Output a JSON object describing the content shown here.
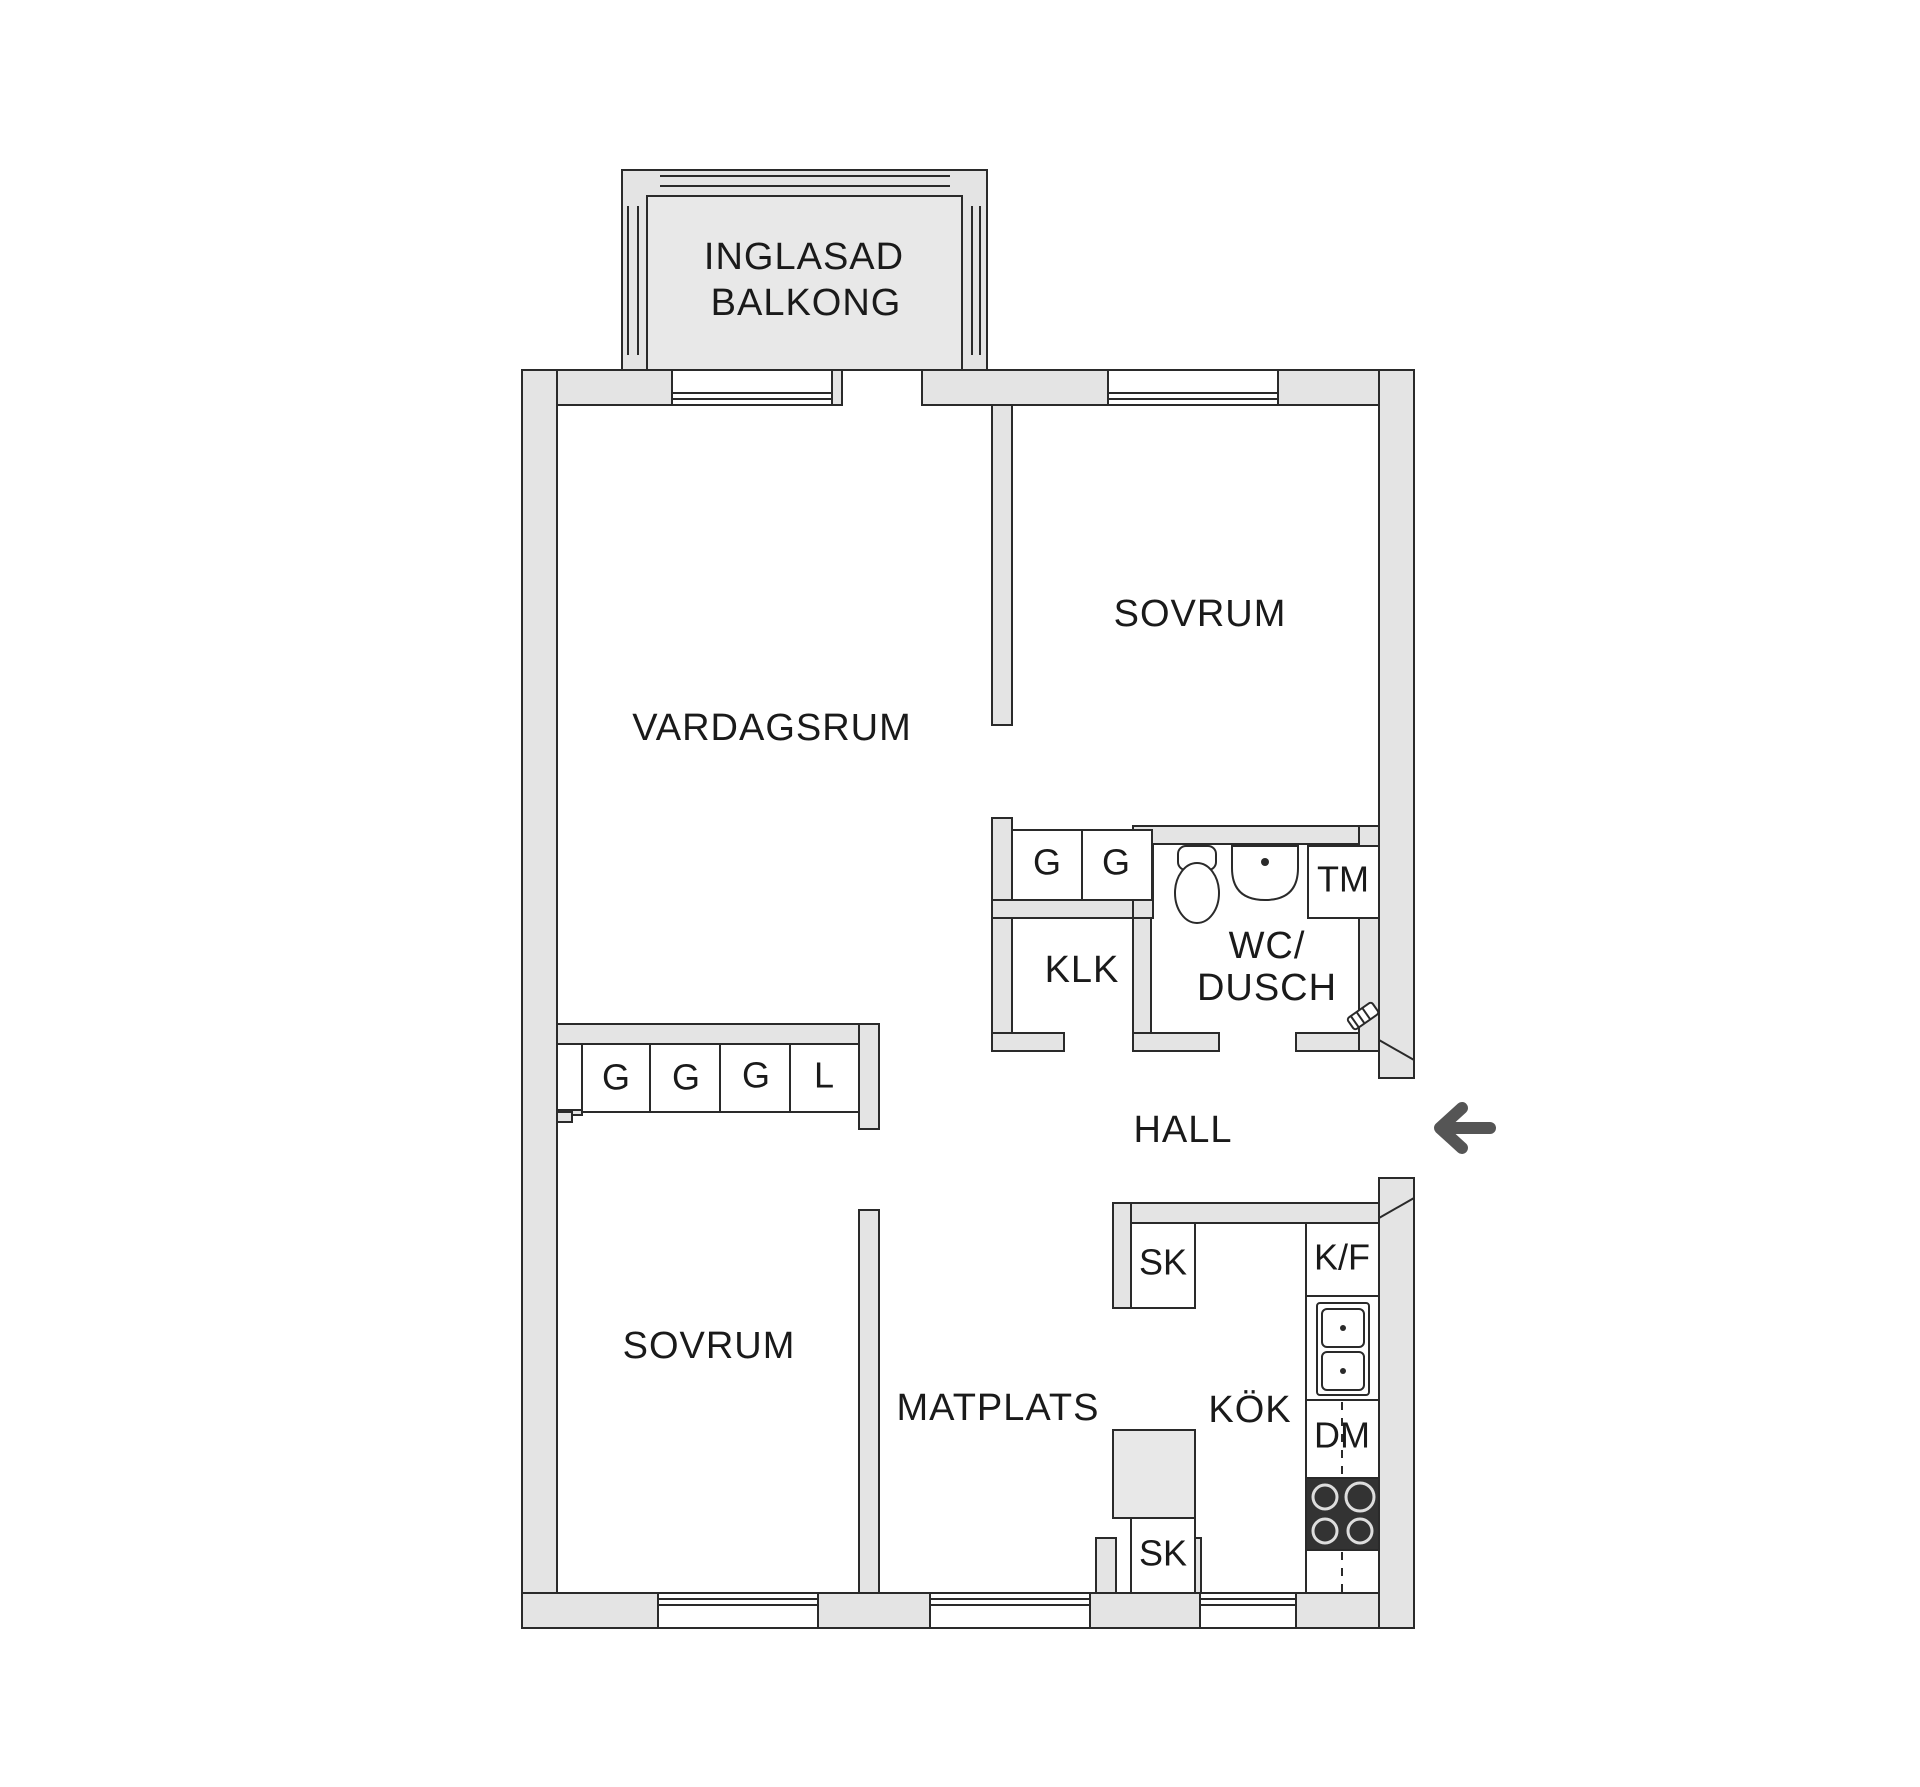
{
  "rooms": {
    "balcony_line1": "INGLASAD",
    "balcony_line2": "BALKONG",
    "living": "VARDAGSRUM",
    "bedroom_top": "SOVRUM",
    "bedroom_bottom": "SOVRUM",
    "closet": "KLK",
    "bath_line1": "WC/",
    "bath_line2": "DUSCH",
    "hall": "HALL",
    "dining": "MATPLATS",
    "kitchen": "KÖK"
  },
  "fixtures": {
    "wardrobe_hall_1": "G",
    "wardrobe_hall_2": "G",
    "wardrobe_bed_1": "G",
    "wardrobe_bed_2": "G",
    "wardrobe_bed_3": "G",
    "linen": "L",
    "washer": "TM",
    "pantry_top": "SK",
    "pantry_bottom": "SK",
    "fridge_freezer": "K/F",
    "dishwasher": "DM"
  },
  "icons": {
    "entrance": "entrance-arrow-icon",
    "toilet": "toilet-icon",
    "sink": "washbasin-icon",
    "shower": "shower-icon",
    "kitchen_sink": "kitchen-sink-icon",
    "stove": "stove-icon"
  },
  "colors": {
    "wall_fill": "#e4e4e4",
    "outline": "#2a2a2a",
    "arrow": "#555555"
  }
}
